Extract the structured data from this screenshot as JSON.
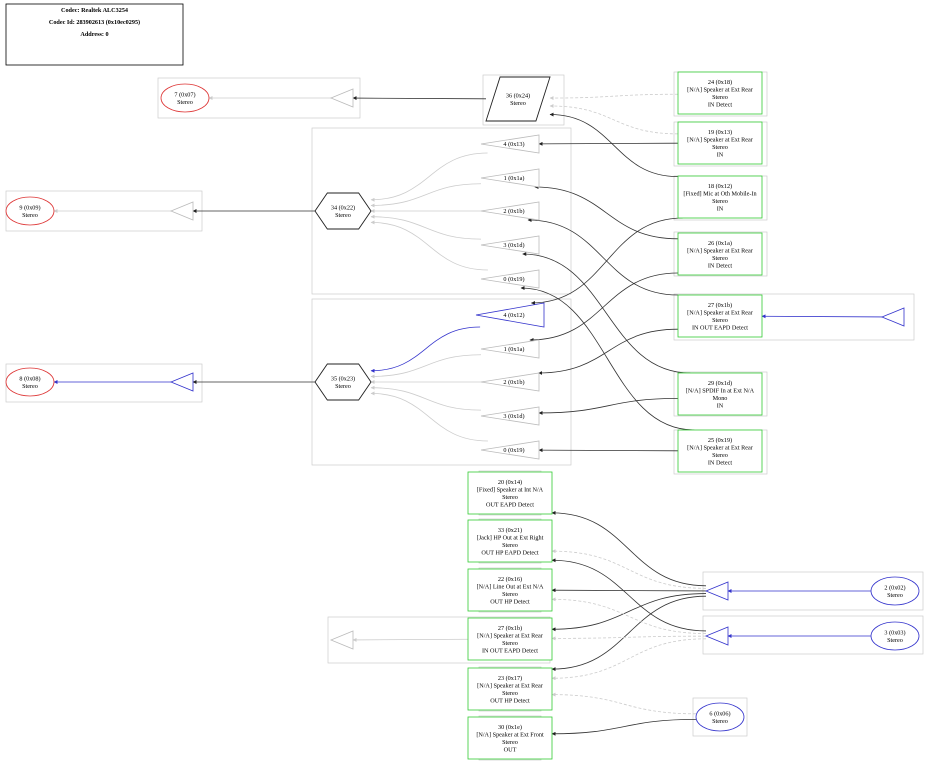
{
  "codec_info": {
    "codec": "Codec: Realtek ALC3254",
    "codec_id": "Codec Id: 283902613 (0x10ec0295)",
    "address": "Address: 0"
  },
  "colors": {
    "output_node": "#dd3333",
    "input_node": "#3333cc",
    "pin_node": "#33cc33",
    "active_link": "#3333cc",
    "muted_link": "#cccccc",
    "default_link": "#222222"
  },
  "nodes": [
    {
      "id": "n07",
      "lines": [
        "7 (0x07)",
        "Stereo"
      ],
      "shape": "ellipse",
      "color": "red",
      "group": "grp07"
    },
    {
      "id": "tri07",
      "lines": [],
      "shape": "triangle",
      "color": "light",
      "group": "grp07"
    },
    {
      "id": "n09",
      "lines": [
        "9 (0x09)",
        "Stereo"
      ],
      "shape": "ellipse",
      "color": "red",
      "group": "grp09"
    },
    {
      "id": "tri09",
      "lines": [],
      "shape": "triangle",
      "color": "light",
      "group": "grp09"
    },
    {
      "id": "n08",
      "lines": [
        "8 (0x08)",
        "Stereo"
      ],
      "shape": "ellipse",
      "color": "red",
      "group": "grp08"
    },
    {
      "id": "tri08",
      "lines": [],
      "shape": "triangle",
      "color": "blue",
      "group": "grp08"
    },
    {
      "id": "n36",
      "lines": [
        "36 (0x24)",
        "Stereo"
      ],
      "shape": "parallelogram",
      "color": "dark",
      "group": "grp36"
    },
    {
      "id": "n34",
      "lines": [
        "34 (0x22)",
        "Stereo"
      ],
      "shape": "hexagon",
      "color": "dark",
      "group": "grp34"
    },
    {
      "id": "i34_13",
      "lines": [
        "4 (0x13)"
      ],
      "shape": "triangle-left",
      "color": "light",
      "group": "grp34"
    },
    {
      "id": "i34_1a",
      "lines": [
        "1 (0x1a)"
      ],
      "shape": "triangle-left",
      "color": "light",
      "group": "grp34"
    },
    {
      "id": "i34_1b",
      "lines": [
        "2 (0x1b)"
      ],
      "shape": "triangle-left",
      "color": "light",
      "group": "grp34"
    },
    {
      "id": "i34_1d",
      "lines": [
        "3 (0x1d)"
      ],
      "shape": "triangle-left",
      "color": "light",
      "group": "grp34"
    },
    {
      "id": "i34_19",
      "lines": [
        "0 (0x19)"
      ],
      "shape": "triangle-left",
      "color": "light",
      "group": "grp34"
    },
    {
      "id": "n35",
      "lines": [
        "35 (0x23)",
        "Stereo"
      ],
      "shape": "hexagon",
      "color": "dark",
      "group": "grp35"
    },
    {
      "id": "i35_12",
      "lines": [
        "4 (0x12)"
      ],
      "shape": "triangle-left",
      "color": "blue",
      "group": "grp35"
    },
    {
      "id": "i35_1a",
      "lines": [
        "1 (0x1a)"
      ],
      "shape": "triangle-left",
      "color": "light",
      "group": "grp35"
    },
    {
      "id": "i35_1b",
      "lines": [
        "2 (0x1b)"
      ],
      "shape": "triangle-left",
      "color": "light",
      "group": "grp35"
    },
    {
      "id": "i35_1d",
      "lines": [
        "3 (0x1d)"
      ],
      "shape": "triangle-left",
      "color": "light",
      "group": "grp35"
    },
    {
      "id": "i35_19",
      "lines": [
        "0 (0x19)"
      ],
      "shape": "triangle-left",
      "color": "light",
      "group": "grp35"
    },
    {
      "id": "p18",
      "lines": [
        "24 (0x18)",
        "[N/A] Speaker at Ext Rear",
        "Stereo",
        "IN Detect"
      ],
      "shape": "box",
      "color": "green",
      "group": "grp18"
    },
    {
      "id": "p13",
      "lines": [
        "19 (0x13)",
        "[N/A] Speaker at Ext Rear",
        "Stereo",
        "IN"
      ],
      "shape": "box",
      "color": "green",
      "group": "grp13"
    },
    {
      "id": "p12",
      "lines": [
        "18 (0x12)",
        "[Fixed] Mic at Oth Mobile-In",
        "Stereo",
        "IN"
      ],
      "shape": "box",
      "color": "green",
      "group": "grp12"
    },
    {
      "id": "p1a",
      "lines": [
        "26 (0x1a)",
        "[N/A] Speaker at Ext Rear",
        "Stereo",
        "IN Detect"
      ],
      "shape": "box",
      "color": "green",
      "group": "grp1a"
    },
    {
      "id": "p1b",
      "lines": [
        "27 (0x1b)",
        "[N/A] Speaker at Ext Rear",
        "Stereo",
        "IN OUT EAPD Detect"
      ],
      "shape": "box",
      "color": "green",
      "group": "grp1b"
    },
    {
      "id": "tri1b",
      "lines": [],
      "shape": "triangle-left",
      "color": "blue",
      "group": "grp1b"
    },
    {
      "id": "p1d",
      "lines": [
        "29 (0x1d)",
        "[N/A] SPDIF In at Ext N/A",
        "Mono",
        "IN"
      ],
      "shape": "box",
      "color": "green",
      "group": "grp1d"
    },
    {
      "id": "p19",
      "lines": [
        "25 (0x19)",
        "[N/A] Speaker at Ext Rear",
        "Stereo",
        "IN Detect"
      ],
      "shape": "box",
      "color": "green",
      "group": "grp19"
    },
    {
      "id": "p14",
      "lines": [
        "20 (0x14)",
        "[Fixed] Speaker at Int N/A",
        "Stereo",
        "OUT EAPD Detect"
      ],
      "shape": "box",
      "color": "green",
      "group": "grp14"
    },
    {
      "id": "p21",
      "lines": [
        "33 (0x21)",
        "[Jack] HP Out at Ext Right",
        "Stereo",
        "OUT HP EAPD Detect"
      ],
      "shape": "box",
      "color": "green",
      "group": "grp21"
    },
    {
      "id": "p16",
      "lines": [
        "22 (0x16)",
        "[N/A] Line Out at Ext N/A",
        "Stereo",
        "OUT HP Detect"
      ],
      "shape": "box",
      "color": "green",
      "group": "grp16"
    },
    {
      "id": "p1b_out",
      "lines": [
        "27 (0x1b)",
        "[N/A] Speaker at Ext Rear",
        "Stereo",
        "IN OUT EAPD Detect"
      ],
      "shape": "box",
      "color": "green",
      "group": "grp1bo"
    },
    {
      "id": "tri1b_out",
      "lines": [],
      "shape": "triangle-left",
      "color": "light",
      "group": "grp1bo"
    },
    {
      "id": "p17",
      "lines": [
        "23 (0x17)",
        "[N/A] Speaker at Ext Rear",
        "Stereo",
        "OUT HP Detect"
      ],
      "shape": "box",
      "color": "green",
      "group": "grp17"
    },
    {
      "id": "p1e",
      "lines": [
        "30 (0x1e)",
        "[N/A] Speaker at Ext Front",
        "Stereo",
        "OUT"
      ],
      "shape": "box",
      "color": "green",
      "group": "grp1e"
    },
    {
      "id": "d02",
      "lines": [
        "2 (0x02)",
        "Stereo"
      ],
      "shape": "ellipse",
      "color": "blue",
      "group": "grp02"
    },
    {
      "id": "tri02",
      "lines": [],
      "shape": "triangle-left",
      "color": "blue",
      "group": "grp02"
    },
    {
      "id": "d03",
      "lines": [
        "3 (0x03)",
        "Stereo"
      ],
      "shape": "ellipse",
      "color": "blue",
      "group": "grp03"
    },
    {
      "id": "tri03",
      "lines": [],
      "shape": "triangle-left",
      "color": "blue",
      "group": "grp03"
    },
    {
      "id": "d06",
      "lines": [
        "6 (0x06)",
        "Stereo"
      ],
      "shape": "ellipse",
      "color": "blue",
      "group": "grp06"
    }
  ],
  "edges": [
    {
      "from": "n36",
      "to": "tri07",
      "style": "solid",
      "color": "dark"
    },
    {
      "from": "tri07",
      "to": "n07",
      "style": "solid",
      "color": "light"
    },
    {
      "from": "p18",
      "to": "n36",
      "style": "dashed",
      "color": "light"
    },
    {
      "from": "p13",
      "to": "n36",
      "style": "dashed",
      "color": "light"
    },
    {
      "from": "p12",
      "to": "n36",
      "style": "solid",
      "color": "dark"
    },
    {
      "from": "n34",
      "to": "tri09",
      "style": "solid",
      "color": "dark"
    },
    {
      "from": "tri09",
      "to": "n09",
      "style": "solid",
      "color": "light"
    },
    {
      "from": "i34_13",
      "to": "n34",
      "style": "solid",
      "color": "light"
    },
    {
      "from": "i34_1a",
      "to": "n34",
      "style": "solid",
      "color": "light"
    },
    {
      "from": "i34_1b",
      "to": "n34",
      "style": "solid",
      "color": "light"
    },
    {
      "from": "i34_1d",
      "to": "n34",
      "style": "solid",
      "color": "light"
    },
    {
      "from": "i34_19",
      "to": "n34",
      "style": "solid",
      "color": "light"
    },
    {
      "from": "p13",
      "to": "i34_13",
      "style": "solid",
      "color": "dark"
    },
    {
      "from": "p1a",
      "to": "i34_1a",
      "style": "solid",
      "color": "dark"
    },
    {
      "from": "p1b",
      "to": "i34_1b",
      "style": "solid",
      "color": "dark"
    },
    {
      "from": "p1d",
      "to": "i34_1d",
      "style": "solid",
      "color": "dark"
    },
    {
      "from": "p19",
      "to": "i34_19",
      "style": "solid",
      "color": "dark"
    },
    {
      "from": "n35",
      "to": "tri08",
      "style": "solid",
      "color": "dark"
    },
    {
      "from": "tri08",
      "to": "n08",
      "style": "solid",
      "color": "blue"
    },
    {
      "from": "i35_12",
      "to": "n35",
      "style": "solid",
      "color": "blue"
    },
    {
      "from": "i35_1a",
      "to": "n35",
      "style": "solid",
      "color": "light"
    },
    {
      "from": "i35_1b",
      "to": "n35",
      "style": "solid",
      "color": "light"
    },
    {
      "from": "i35_1d",
      "to": "n35",
      "style": "solid",
      "color": "light"
    },
    {
      "from": "i35_19",
      "to": "n35",
      "style": "solid",
      "color": "light"
    },
    {
      "from": "p12",
      "to": "i35_12",
      "style": "solid",
      "color": "dark"
    },
    {
      "from": "p1a",
      "to": "i35_1a",
      "style": "solid",
      "color": "dark"
    },
    {
      "from": "p1b",
      "to": "i35_1b",
      "style": "solid",
      "color": "dark"
    },
    {
      "from": "p1d",
      "to": "i35_1d",
      "style": "solid",
      "color": "dark"
    },
    {
      "from": "p19",
      "to": "i35_19",
      "style": "solid",
      "color": "dark"
    },
    {
      "from": "tri1b",
      "to": "p1b",
      "style": "solid",
      "color": "blue"
    },
    {
      "from": "d02",
      "to": "tri02",
      "style": "solid",
      "color": "blue"
    },
    {
      "from": "d03",
      "to": "tri03",
      "style": "solid",
      "color": "blue"
    },
    {
      "from": "tri02",
      "to": "p14",
      "style": "solid",
      "color": "dark"
    },
    {
      "from": "tri02",
      "to": "p21",
      "style": "dashed",
      "color": "light"
    },
    {
      "from": "tri02",
      "to": "p16",
      "style": "solid",
      "color": "dark"
    },
    {
      "from": "tri02",
      "to": "p1b_out",
      "style": "solid",
      "color": "dark"
    },
    {
      "from": "tri02",
      "to": "p17",
      "style": "solid",
      "color": "dark"
    },
    {
      "from": "tri03",
      "to": "p21",
      "style": "solid",
      "color": "dark"
    },
    {
      "from": "tri03",
      "to": "p16",
      "style": "dashed",
      "color": "light"
    },
    {
      "from": "tri03",
      "to": "p1b_out",
      "style": "dashed",
      "color": "light"
    },
    {
      "from": "tri03",
      "to": "p17",
      "style": "dashed",
      "color": "light"
    },
    {
      "from": "d06",
      "to": "p17",
      "style": "dashed",
      "color": "light"
    },
    {
      "from": "d06",
      "to": "p1e",
      "style": "solid",
      "color": "dark"
    },
    {
      "from": "p1b_out",
      "to": "tri1b_out",
      "style": "solid",
      "color": "light"
    }
  ]
}
